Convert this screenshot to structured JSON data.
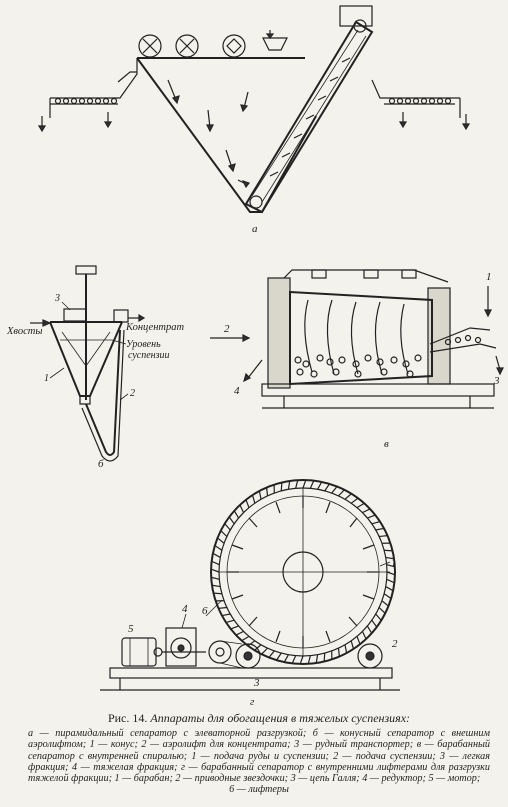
{
  "figure": {
    "panel_a_label": "а",
    "panel_b_label": "б",
    "panel_v_label": "в",
    "panel_g_label": "г",
    "b_labels": {
      "tails": "Хвосты",
      "concentrate": "Концентрат",
      "level_line1": "Уровень",
      "level_line2": "суспензии",
      "n1": "1",
      "n2": "2",
      "n3": "3"
    },
    "v_labels": {
      "n1": "1",
      "n2": "2",
      "n3": "3",
      "n4": "4"
    },
    "g_labels": {
      "n1": "1",
      "n2": "2",
      "n3": "3",
      "n4": "4",
      "n5": "5",
      "n6": "6"
    }
  },
  "caption": {
    "title_prefix": "Рис. 14.",
    "title_text": "Аппараты для обогащения в тяжелых суспензиях:",
    "body": "а — пирамидальный сепаратор с элеваторной разгрузкой; б — конусный сепаратор с внешним аэролифтом; 1 — конус; 2 — аэролифт для концентрата; 3 — рудный транспортер; в — барабанный сепаратор с внутренней спиралью; 1 — подача руды и суспензии; 2 — подача суспензии; 3 — легкая фракция; 4 — тяжелая фракция; г — барабанный сепаратор с внутренними лифтерами для разгрузки тяжелой фракции; 1 — барабан; 2 — приводные звездочки; 3 — цепь Галля; 4 — редуктор; 5 — мотор;",
    "last_line": "6 — лифтеры"
  }
}
